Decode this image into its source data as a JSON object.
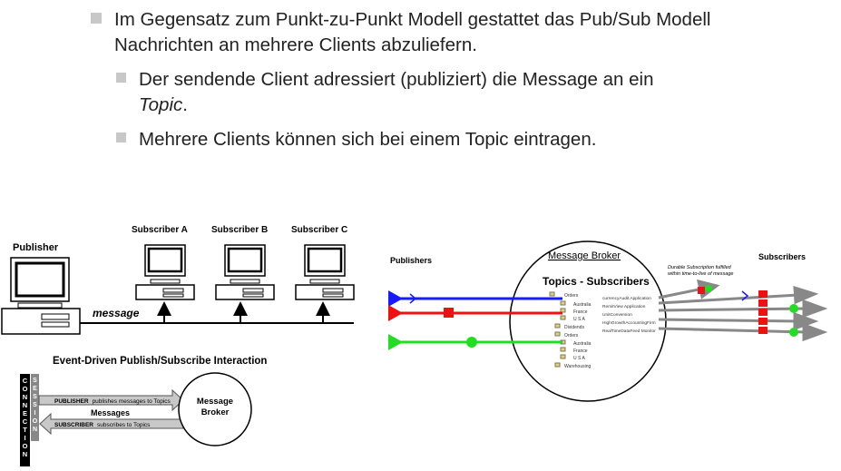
{
  "bullets": {
    "main": "Im Gegensatz zum Punkt-zu-Punkt Modell gestattet das Pub/Sub Modell Nachrichten an mehrere Clients abzuliefern.",
    "sub1_a": "Der sendende Client adressiert (publiziert) die Message an ein ",
    "sub1_b": "Topic",
    "sub1_c": ".",
    "sub2": "Mehrere Clients können sich bei einem Topic eintragen."
  },
  "left_diagram": {
    "publisher": "Publisher",
    "subscribers": [
      "Subscriber A",
      "Subscriber B",
      "Subscriber C"
    ],
    "message": "message",
    "title": "Event-Driven Publish/Subscribe Interaction",
    "connection_letters": [
      "C",
      "O",
      "N",
      "N",
      "E",
      "C",
      "T",
      "I",
      "O",
      "N"
    ],
    "session_letters": [
      "S",
      "E",
      "S",
      "S",
      "I",
      "O",
      "N"
    ],
    "publisher_arrow_bold": "PUBLISHER",
    "publisher_arrow_text": "publishes messages to Topics",
    "messages": "Messages",
    "subscriber_arrow_bold": "SUBSCRIBER",
    "subscriber_arrow_text": "subscribes to Topics",
    "broker_line1": "Message",
    "broker_line2": "Broker"
  },
  "right_diagram": {
    "publishers": "Publishers",
    "broker_title": "Message Broker",
    "topics_header": "Topics  -  Subscribers",
    "subscribers": "Subscribers",
    "durable_line1": "Durable Subscription fulfilled",
    "durable_line2": "within time-to-live of message",
    "tree_items": [
      "Orders",
      "Australia",
      "France",
      "U S A",
      "Dividends",
      "Orders",
      "Australia",
      "France",
      "U S A",
      "Warehousing"
    ],
    "subscriber_items": [
      "currencyAudit Application",
      "RemitView Application",
      "UnitConversion",
      "HighGrowthAccountingFirm",
      "RealTimeDataFeed Monitor"
    ],
    "colors": {
      "blue": "#1a1aff",
      "red": "#ee1111",
      "green": "#22dd22",
      "gray": "#888888"
    }
  }
}
